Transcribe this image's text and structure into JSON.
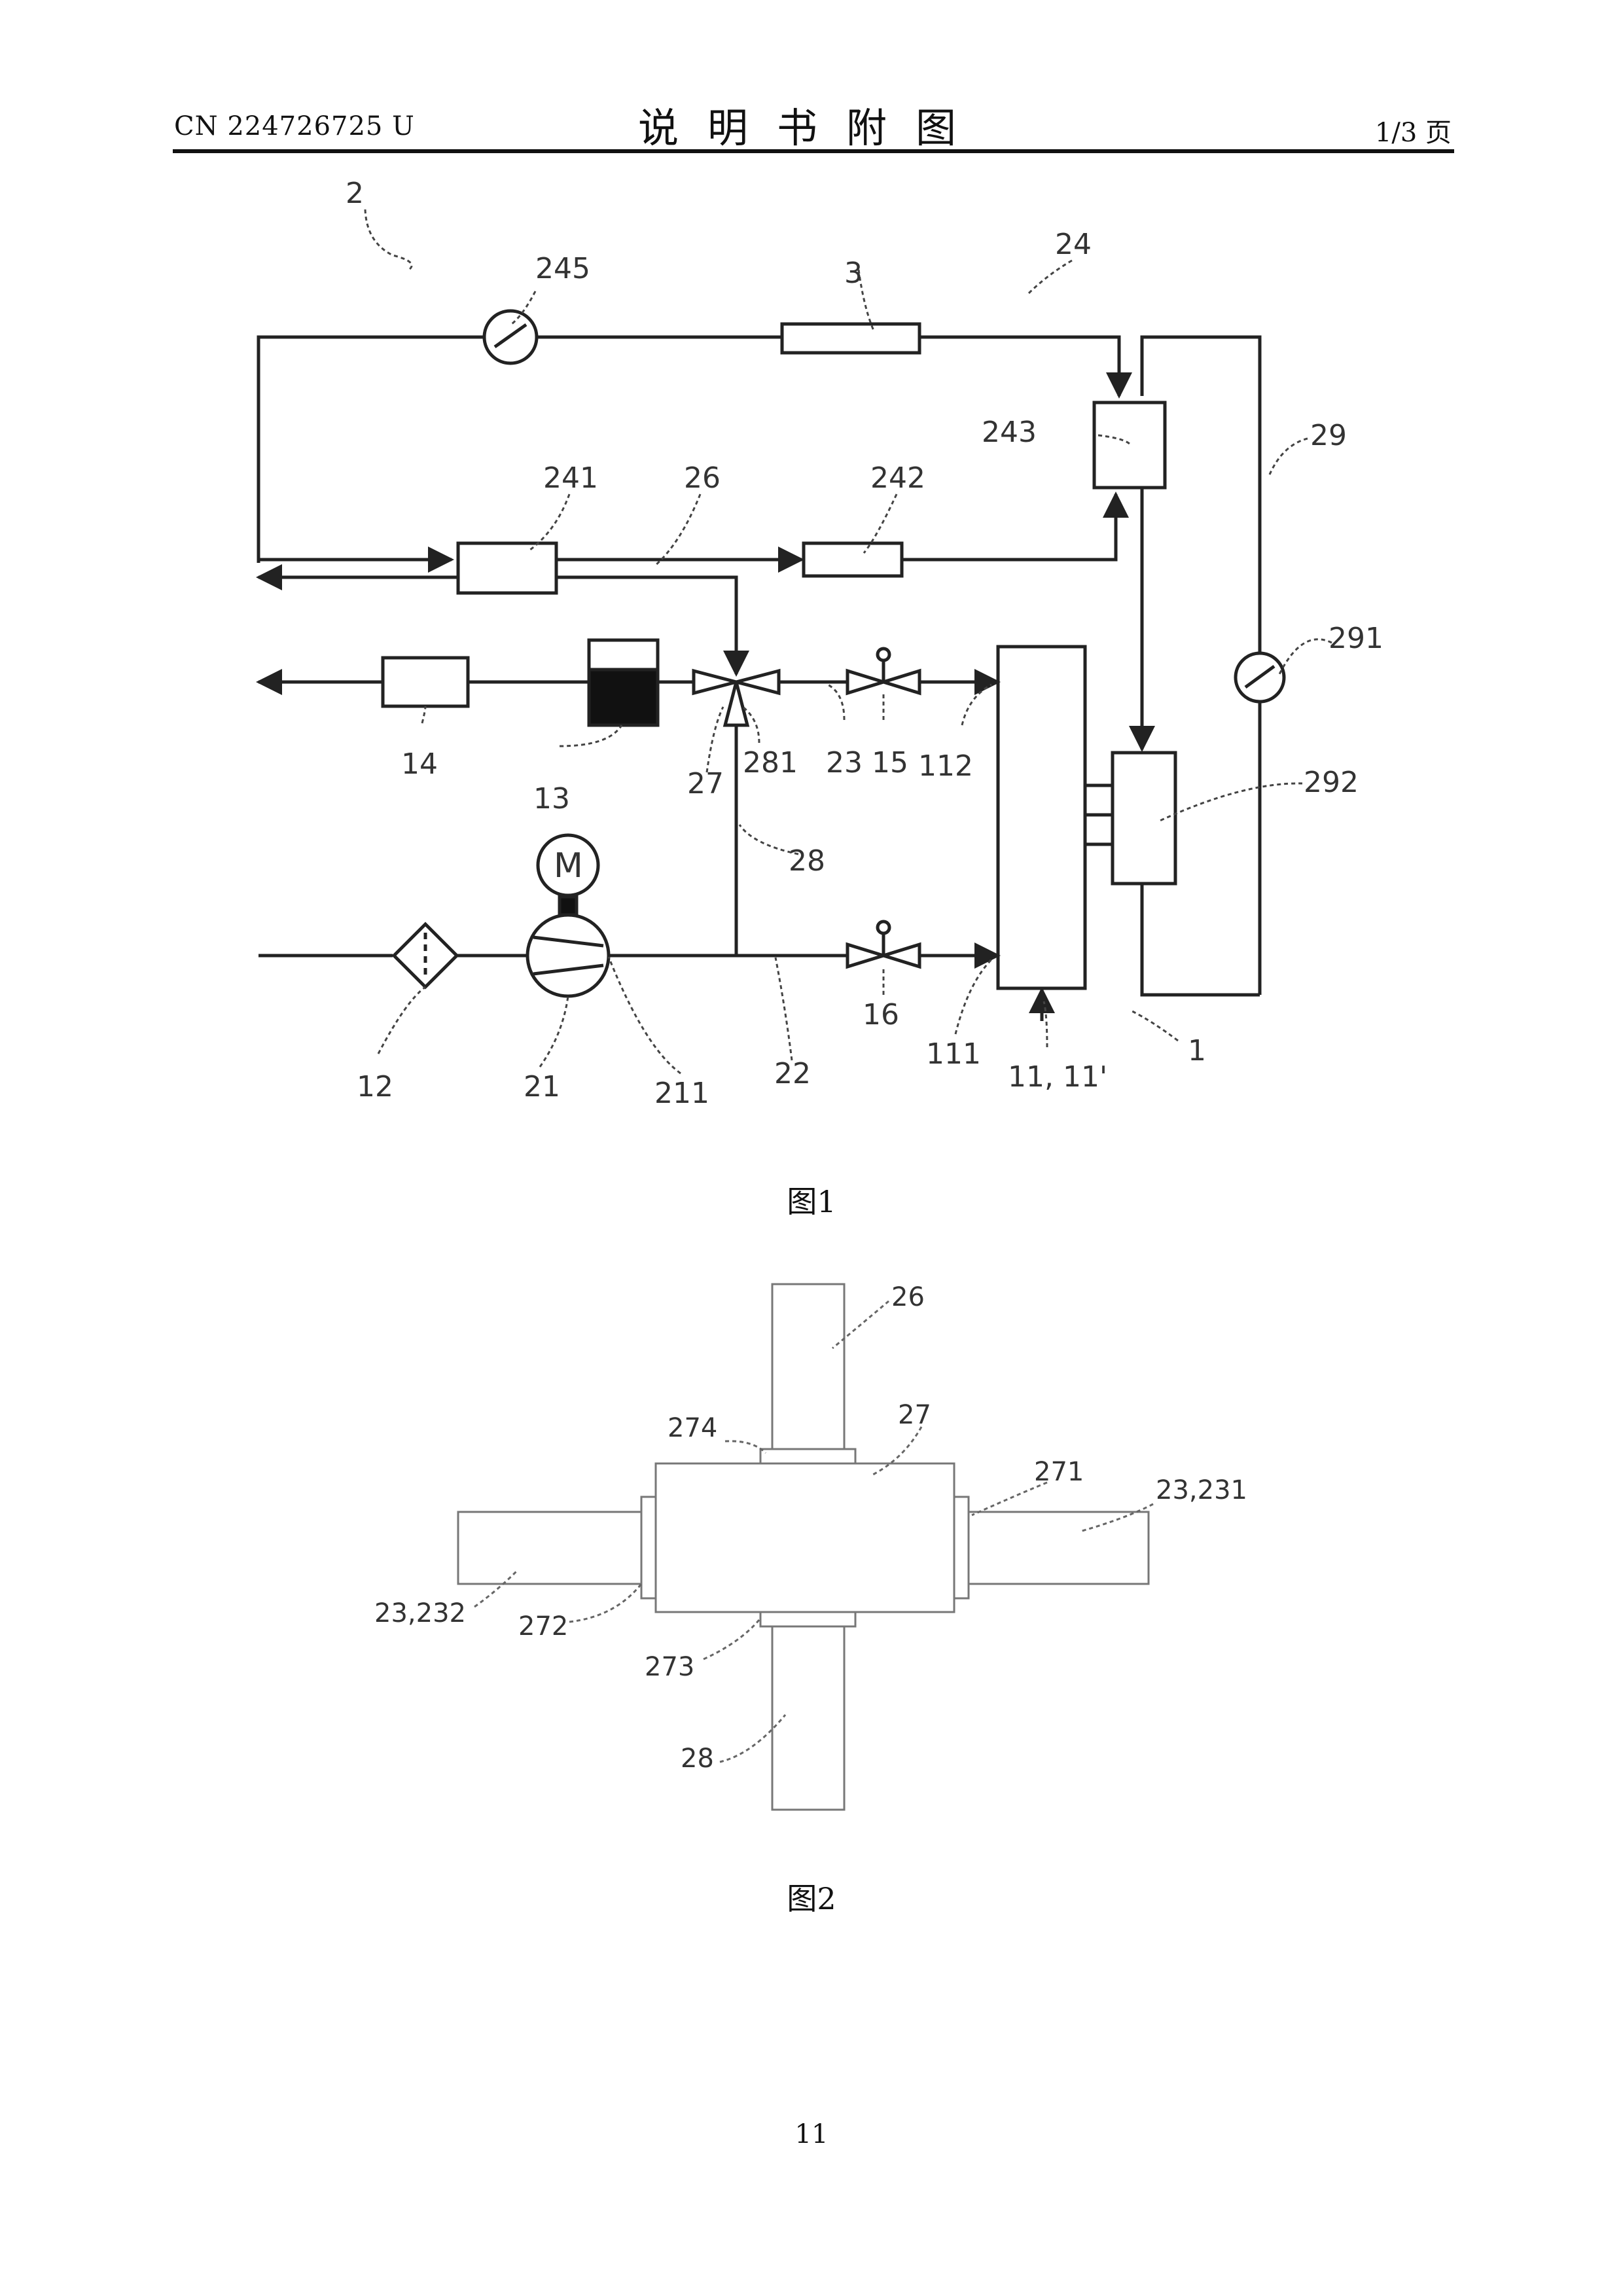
{
  "header": {
    "doc_number": "CN 224726725 U",
    "title": "说明书附图",
    "page_of": "1/3 页"
  },
  "figure1": {
    "caption": "图1",
    "labels": {
      "sys2": "2",
      "l245": "245",
      "l3": "3",
      "l24": "24",
      "l243": "243",
      "l29": "29",
      "l241": "241",
      "l26": "26",
      "l242": "242",
      "l291": "291",
      "l14": "14",
      "l13": "13",
      "l27": "27",
      "l281": "281",
      "l23": "23",
      "l15": "15",
      "l112": "112",
      "l292": "292",
      "l28": "28",
      "lM": "M",
      "l12": "12",
      "l21": "21",
      "l211": "211",
      "l22": "22",
      "l16": "16",
      "l111": "111",
      "l11": "11, 11'",
      "l1": "1"
    }
  },
  "figure2": {
    "caption": "图2",
    "labels": {
      "l26": "26",
      "l274": "274",
      "l27": "27",
      "l271": "271",
      "l23_231": "23,231",
      "l23_232": "23,232",
      "l272": "272",
      "l273": "273",
      "l28": "28"
    }
  },
  "page_number": "11"
}
